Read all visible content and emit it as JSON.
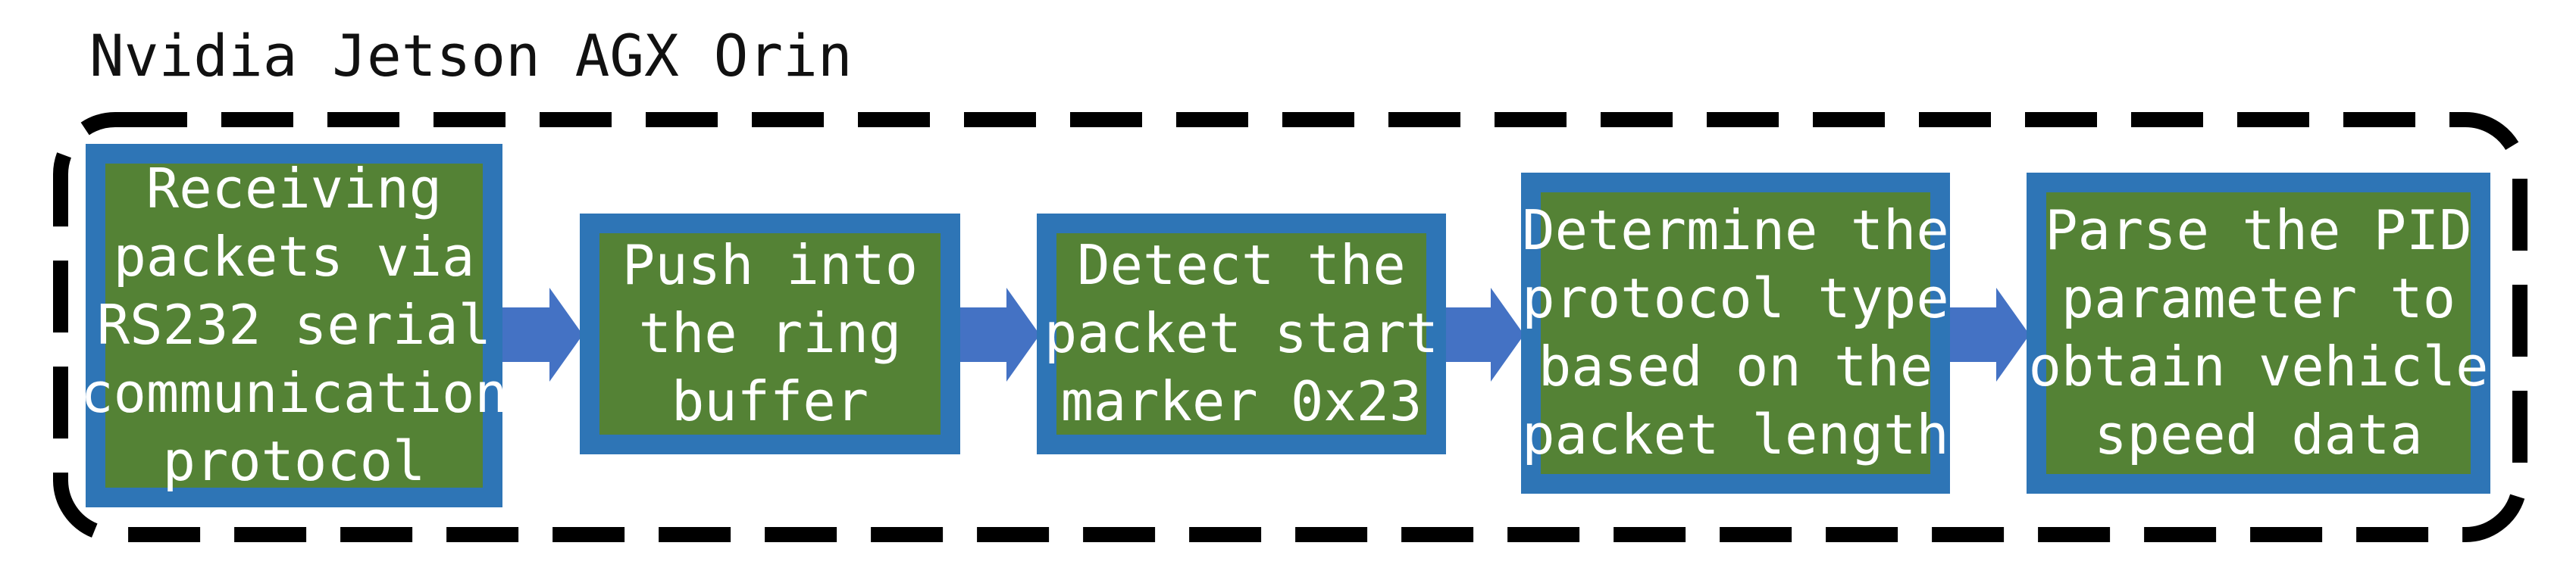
{
  "title": "Nvidia Jetson AGX Orin",
  "colors": {
    "outer_border": "#000000",
    "box_border": "#2e75b6",
    "box_fill": "#548235",
    "arrow": "#4472c4",
    "text": "#ffffff",
    "title": "#111111"
  },
  "steps": [
    {
      "lines": [
        "Receiving",
        "packets via",
        "RS232 serial",
        "communication",
        "protocol"
      ]
    },
    {
      "lines": [
        "Push into",
        "the ring",
        "buffer"
      ]
    },
    {
      "lines": [
        "Detect the",
        "packet start",
        "marker 0x23"
      ]
    },
    {
      "lines": [
        "Determine the",
        "protocol type",
        "based on the",
        "packet length"
      ]
    },
    {
      "lines": [
        "Parse the PID",
        "parameter to",
        "obtain vehicle",
        "speed data"
      ]
    }
  ]
}
